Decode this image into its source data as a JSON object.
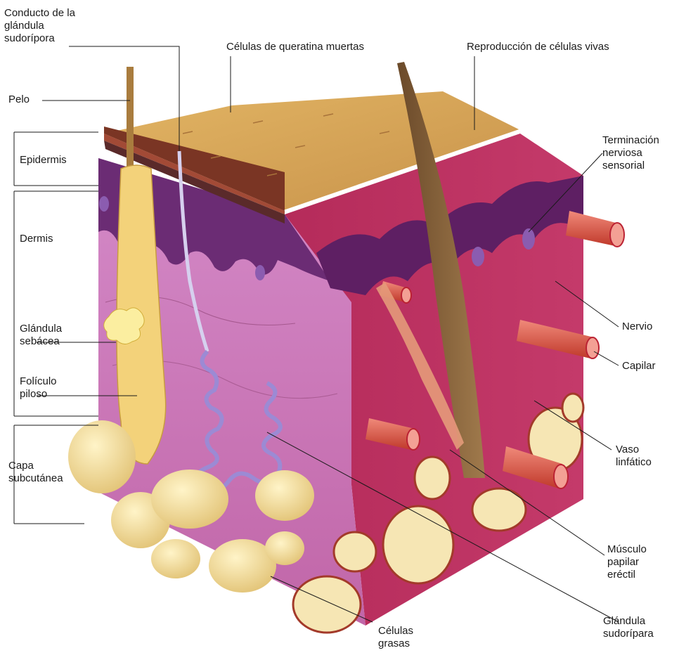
{
  "labels": {
    "conducto": "Conducto de la\nglándula\nsudorípora",
    "queratina": "Células de queratina muertas",
    "reproduccion": "Reproducción de células vivas",
    "pelo": "Pelo",
    "epidermis": "Epidermis",
    "dermis": "Dermis",
    "glandula_sebacea": "Glándula\nsebácea",
    "foliculo": "Folículo\npiloso",
    "capa": "Capa\nsubcutánea",
    "terminacion": "Terminación\nnerviosa\nsensorial",
    "nervio": "Nervio",
    "capilar": "Capilar",
    "vaso": "Vaso\nlinfático",
    "musculo": "Músculo\npapilar\neréctil",
    "glandula_sudoripara": "Glándula\nsudorípara",
    "celulas_grasas": "Células\ngrasas"
  },
  "colors": {
    "epidermis_top": "#d9a95a",
    "epidermis_layers": "#8a3a2a",
    "dermis_front": "#cf6fb0",
    "dermis_right": "#b8305f",
    "basal_layer": "#6a2a70",
    "fat": "#f1dc98",
    "follicle": "#f4d47a",
    "vessel": "#d9534f",
    "gland": "#a89ad8"
  }
}
